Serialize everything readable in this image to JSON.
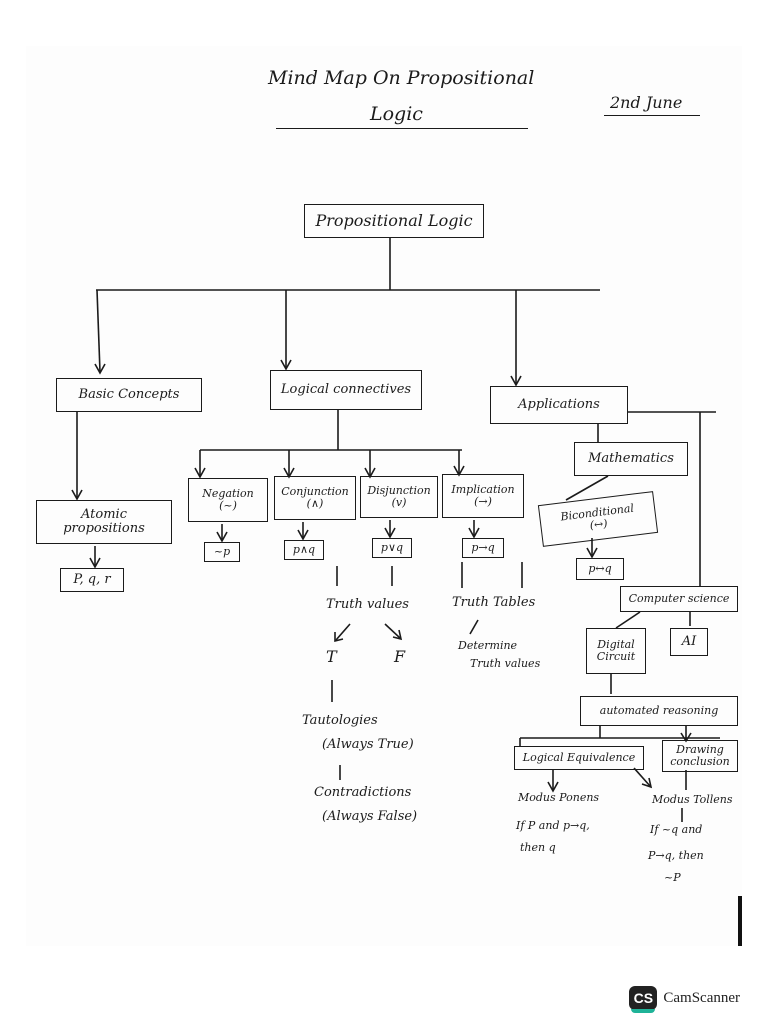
{
  "header": {
    "title_line1": "Mind Map On Propositional",
    "title_line2": "Logic",
    "date": "2nd June"
  },
  "root": {
    "label": "Propositional Logic"
  },
  "basic": {
    "label": "Basic Concepts",
    "atomic_line1": "Atomic",
    "atomic_line2": "propositions",
    "pqr": "P, q, r"
  },
  "connectives": {
    "label": "Logical connectives",
    "items": [
      {
        "name": "Negation",
        "symbol": "(~)",
        "example": "~p"
      },
      {
        "name": "Conjunction",
        "symbol": "(∧)",
        "example": "p∧q"
      },
      {
        "name": "Disjunction",
        "symbol": "(v)",
        "example": "p∨q"
      },
      {
        "name": "Implication",
        "symbol": "(→)",
        "example": "p→q"
      }
    ],
    "truth_values": "Truth values",
    "t": "T",
    "f": "F",
    "tautologies": "Tautologies",
    "always_true": "(Always True)",
    "contradictions": "Contradictions",
    "always_false": "(Always False)",
    "truth_tables": "Truth Tables",
    "determine_line1": "Determine",
    "determine_line2": "Truth values"
  },
  "applications": {
    "label": "Applications",
    "mathematics": "Mathematics",
    "biconditional_line1": "Biconditional",
    "biconditional_line2": "(↔)",
    "biconditional_example": "p↔q",
    "computer_science": "Computer science",
    "digital_line1": "Digital",
    "digital_line2": "Circuit",
    "ai": "AI",
    "automated_reasoning": "automated reasoning",
    "logical_equivalence": "Logical Equivalence",
    "drawing_line1": "Drawing",
    "drawing_line2": "conclusion",
    "modus_ponens": "Modus Ponens",
    "ponens_line1": "If P and p→q,",
    "ponens_line2": "then q",
    "modus_tollens": "Modus Tollens",
    "tollens_line1": "If ~q and",
    "tollens_line2": "P→q, then",
    "tollens_line3": "~P"
  },
  "footer": {
    "logo": "CS",
    "brand": "CamScanner"
  }
}
